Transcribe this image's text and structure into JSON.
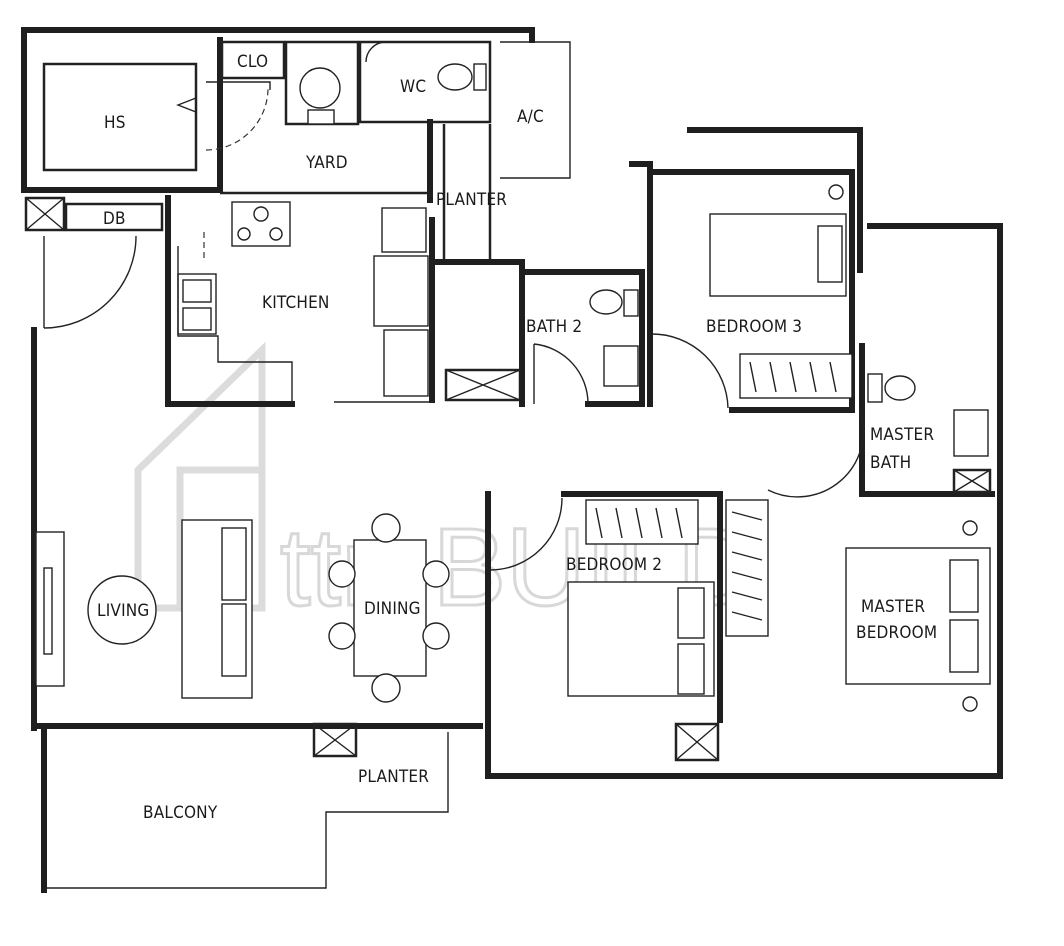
{
  "watermark": {
    "text": "ttri.BUILD"
  },
  "rooms": {
    "hs": "HS",
    "clo": "CLO",
    "wc": "WC",
    "ac": "A/C",
    "yard": "YARD",
    "db": "DB",
    "planter_top": "PLANTER",
    "kitchen": "KITCHEN",
    "bath2": "BATH 2",
    "bedroom3": "BEDROOM 3",
    "master_bath_line1": "MASTER",
    "master_bath_line2": "BATH",
    "living": "LIVING",
    "dining": "DINING",
    "bedroom2": "BEDROOM 2",
    "master_bedroom_line1": "MASTER",
    "master_bedroom_line2": "BEDROOM",
    "balcony": "BALCONY",
    "planter_bottom": "PLANTER"
  }
}
